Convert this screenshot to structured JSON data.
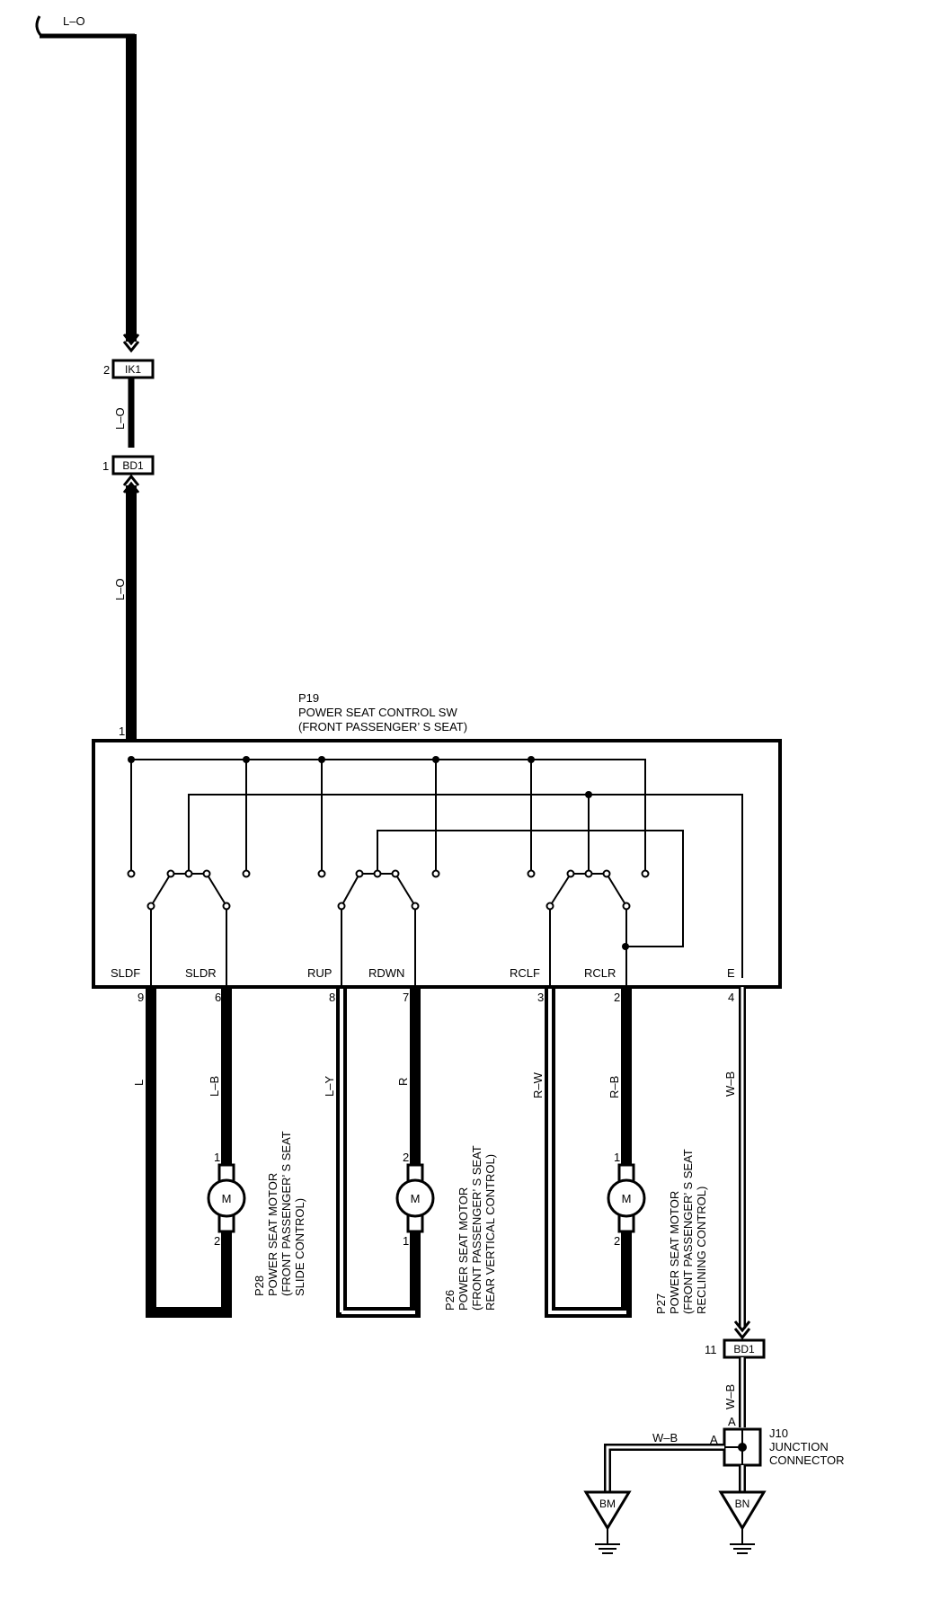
{
  "wires": {
    "top": "L–O",
    "between_ik1_bd1": "L–O",
    "to_switch": "L–O",
    "sldf": "L",
    "sldr": "L–B",
    "rup": "L–Y",
    "rdwn": "R",
    "rclf": "R–W",
    "rclr": "R–B",
    "e": "W–B",
    "bd1_to_j10": "W–B",
    "j10_to_bm": "W–B"
  },
  "connectors": {
    "ik1": {
      "pin": "2",
      "label": "IK1"
    },
    "bd1_top": {
      "pin": "1",
      "label": "BD1"
    },
    "bd1_bottom": {
      "pin": "11",
      "label": "BD1"
    }
  },
  "switch": {
    "code": "P19",
    "name": "POWER SEAT CONTROL SW",
    "sub": "(FRONT PASSENGER’ S SEAT)",
    "input_pin": "1",
    "terminals": [
      {
        "label": "SLDF",
        "pin": "9"
      },
      {
        "label": "SLDR",
        "pin": "6"
      },
      {
        "label": "RUP",
        "pin": "8"
      },
      {
        "label": "RDWN",
        "pin": "7"
      },
      {
        "label": "RCLF",
        "pin": "3"
      },
      {
        "label": "RCLR",
        "pin": "2"
      },
      {
        "label": "E",
        "pin": "4"
      }
    ]
  },
  "motors": [
    {
      "symbol": "M",
      "pin_top": "1",
      "pin_bottom": "2",
      "code": "P28",
      "line1": "POWER SEAT MOTOR",
      "line2": "(FRONT PASSENGER’ S SEAT",
      "line3": "SLIDE CONTROL)"
    },
    {
      "symbol": "M",
      "pin_top": "2",
      "pin_bottom": "1",
      "code": "P26",
      "line1": "POWER SEAT MOTOR",
      "line2": "(FRONT PASSENGER’ S SEAT",
      "line3": "REAR VERTICAL CONTROL)"
    },
    {
      "symbol": "M",
      "pin_top": "1",
      "pin_bottom": "2",
      "code": "P27",
      "line1": "POWER SEAT MOTOR",
      "line2": "(FRONT PASSENGER’ S SEAT",
      "line3": "RECLINING CONTROL)"
    }
  ],
  "junction": {
    "code": "J10",
    "line1": "JUNCTION",
    "line2": "CONNECTOR",
    "pin_top": "A",
    "pin_left": "A"
  },
  "grounds": {
    "left": "BM",
    "right": "BN"
  }
}
